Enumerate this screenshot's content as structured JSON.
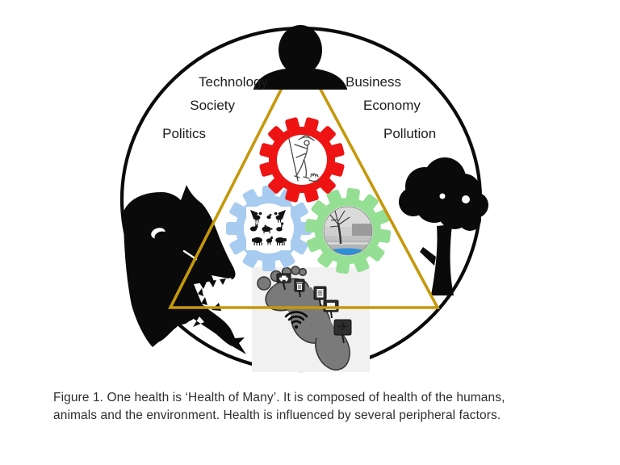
{
  "figure": {
    "labels": {
      "technology": "Technology",
      "business": "Business",
      "society": "Society",
      "economy": "Economy",
      "politics": "Politics",
      "pollution": "Pollution"
    },
    "colors": {
      "outline": "#0b0b0b",
      "triangle": "#C6980B",
      "humans_gear": "#EE1414",
      "animals_gear": "#A8CBF0",
      "environment_gear": "#95DF95",
      "footprint": "#7a7a7a",
      "water": "#2D8FD6"
    },
    "icons": {
      "person": "person-silhouette",
      "bear": "bear-silhouette",
      "fish": "fish-silhouette",
      "tree": "tree-silhouette",
      "wifi": "wifi-icon",
      "airplane_glyph": "✈",
      "footprint_signs": [
        "car",
        "trash-bin",
        "document",
        "laptop",
        "airplane"
      ]
    }
  },
  "caption": {
    "line1": "Figure 1. One health is ‘Health of Many’. It is composed of health of the humans,",
    "line2": "animals and the environment. Health is influenced by several peripheral factors."
  }
}
